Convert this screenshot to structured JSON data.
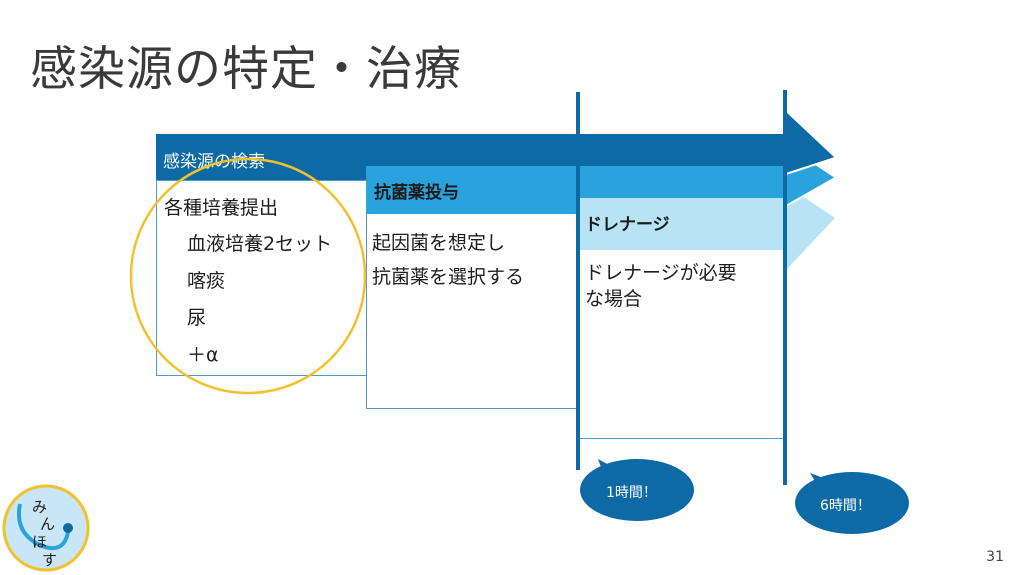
{
  "slide": {
    "title": "感染源の特定・治療",
    "page_number": "31"
  },
  "bands": [
    {
      "label": "感染源の検索",
      "color": "#0e6aa5"
    },
    {
      "label": "抗菌薬投与",
      "color": "#2aa3dc"
    },
    {
      "label": "ドレナージ",
      "color": "#b7e3f5"
    }
  ],
  "search": {
    "heading": "各種培養提出",
    "items": [
      "血液培養2セット",
      "喀痰",
      "尿",
      "＋α"
    ]
  },
  "antibiotic": {
    "lines": [
      "起因菌を想定し",
      "抗菌薬を選択する"
    ]
  },
  "drainage": {
    "lines": [
      "ドレナージが必要",
      "な場合"
    ]
  },
  "callouts": [
    {
      "label": "1時間！"
    },
    {
      "label": "6時間！"
    }
  ],
  "logo": {
    "text": [
      "み",
      "ん",
      "ほ",
      "す"
    ]
  },
  "colors": {
    "dark_blue": "#0e6aa5",
    "mid_blue": "#2aa3dc",
    "light_blue": "#b7e3f5",
    "highlight": "#f2c12e"
  }
}
